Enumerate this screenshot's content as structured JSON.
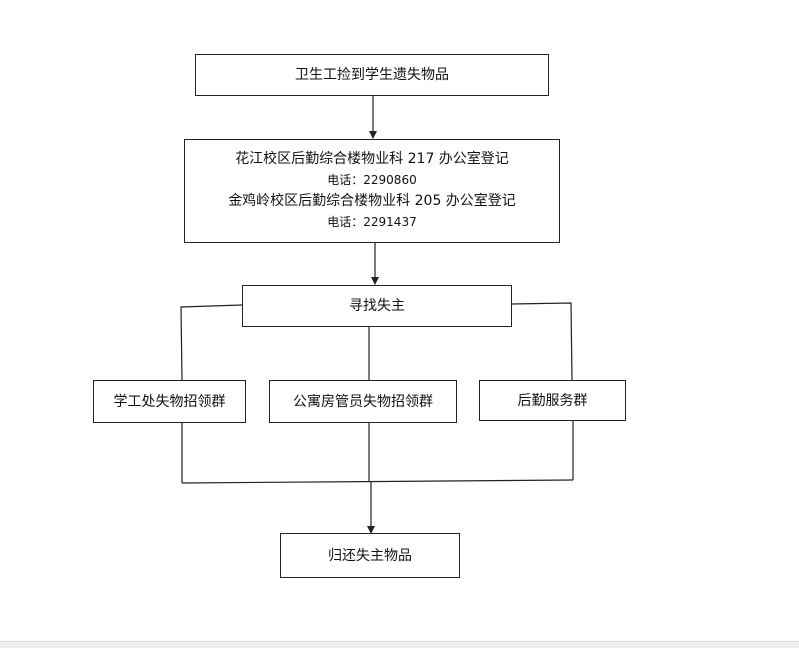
{
  "flowchart": {
    "step1": "卫生工捡到学生遗失物品",
    "step2": {
      "line1": "花江校区后勤综合楼物业科 217 办公室登记",
      "line2": "电话：2290860",
      "line3": "金鸡岭校区后勤综合楼物业科 205 办公室登记",
      "line4": "电话：2291437"
    },
    "step3": "寻找失主",
    "branch_left": "学工处失物招领群",
    "branch_middle": "公寓房管员失物招领群",
    "branch_right": "后勤服务群",
    "step_final": "归还失主物品"
  },
  "colors": {
    "line": "#222222",
    "background": "#ffffff"
  }
}
